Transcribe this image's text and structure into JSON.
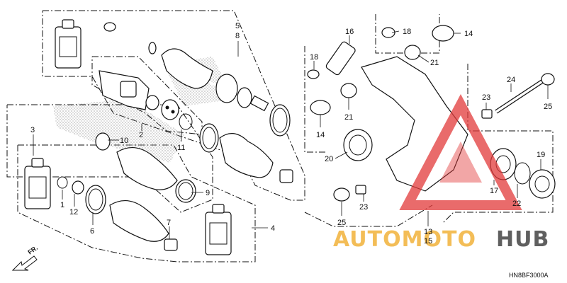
{
  "diagram": {
    "code": "HN8BF3000A",
    "direction_label": "FR.",
    "watermark": {
      "part1": "AUTOMOTO",
      "part2": "HUB"
    },
    "callouts": {
      "c5": "5",
      "c8": "8",
      "c16": "16",
      "c18a": "18",
      "c14a": "14",
      "c18b": "18",
      "c21a": "21",
      "c24": "24",
      "c23a": "23",
      "c25a": "25",
      "c21b": "21",
      "c14b": "14",
      "c20": "20",
      "c2": "2",
      "c11": "11",
      "c3": "3",
      "c10": "10",
      "c9": "9",
      "c1": "1",
      "c12": "12",
      "c6": "6",
      "c7": "7",
      "c4": "4",
      "c17": "17",
      "c19": "19",
      "c22": "22",
      "c23b": "23",
      "c25b": "25",
      "c13": "13",
      "c15": "15"
    }
  }
}
